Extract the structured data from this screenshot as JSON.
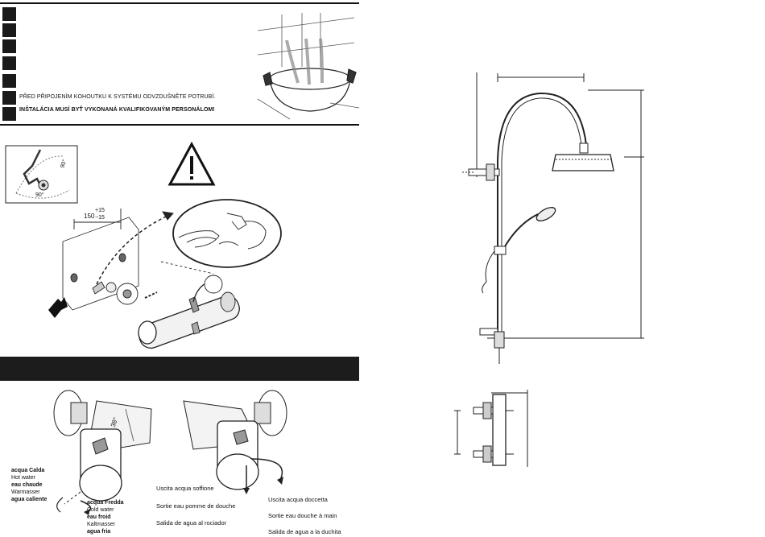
{
  "notes": {
    "line1": "PŘED PŘIPOJENÍM KOHOUTKU K SYSTÉMU ODVZDUŠNĚTE POTRUBÍ.",
    "line2": "INŠTALÁCIA MUSÍ BYŤ VYKONANÁ KVALIFIKOVANÝM PERSONÁLOM!"
  },
  "installation": {
    "angle_top": "90°",
    "angle_bottom": "90°",
    "dim_base": "150",
    "dim_plus": "+15",
    "dim_minus": "−15"
  },
  "knob_left": {
    "temp_mark": "38°",
    "hot": [
      "acqua Calda",
      "Hot water",
      "eau chaude",
      "Warmasser",
      "agua caliente"
    ],
    "cold": [
      "acqua Fredda",
      "Cold water",
      "eau froid",
      "Kaltmasser",
      "agua fria"
    ]
  },
  "outlets": {
    "overhead": [
      "Uscita acqua soffione",
      "Sortie eau pomme de douche",
      "Salida de agua al rociador"
    ],
    "hand": [
      "Uscita acqua doccetta",
      "Sortie eau douche à main",
      "Salida de agua a la duchita"
    ]
  }
}
